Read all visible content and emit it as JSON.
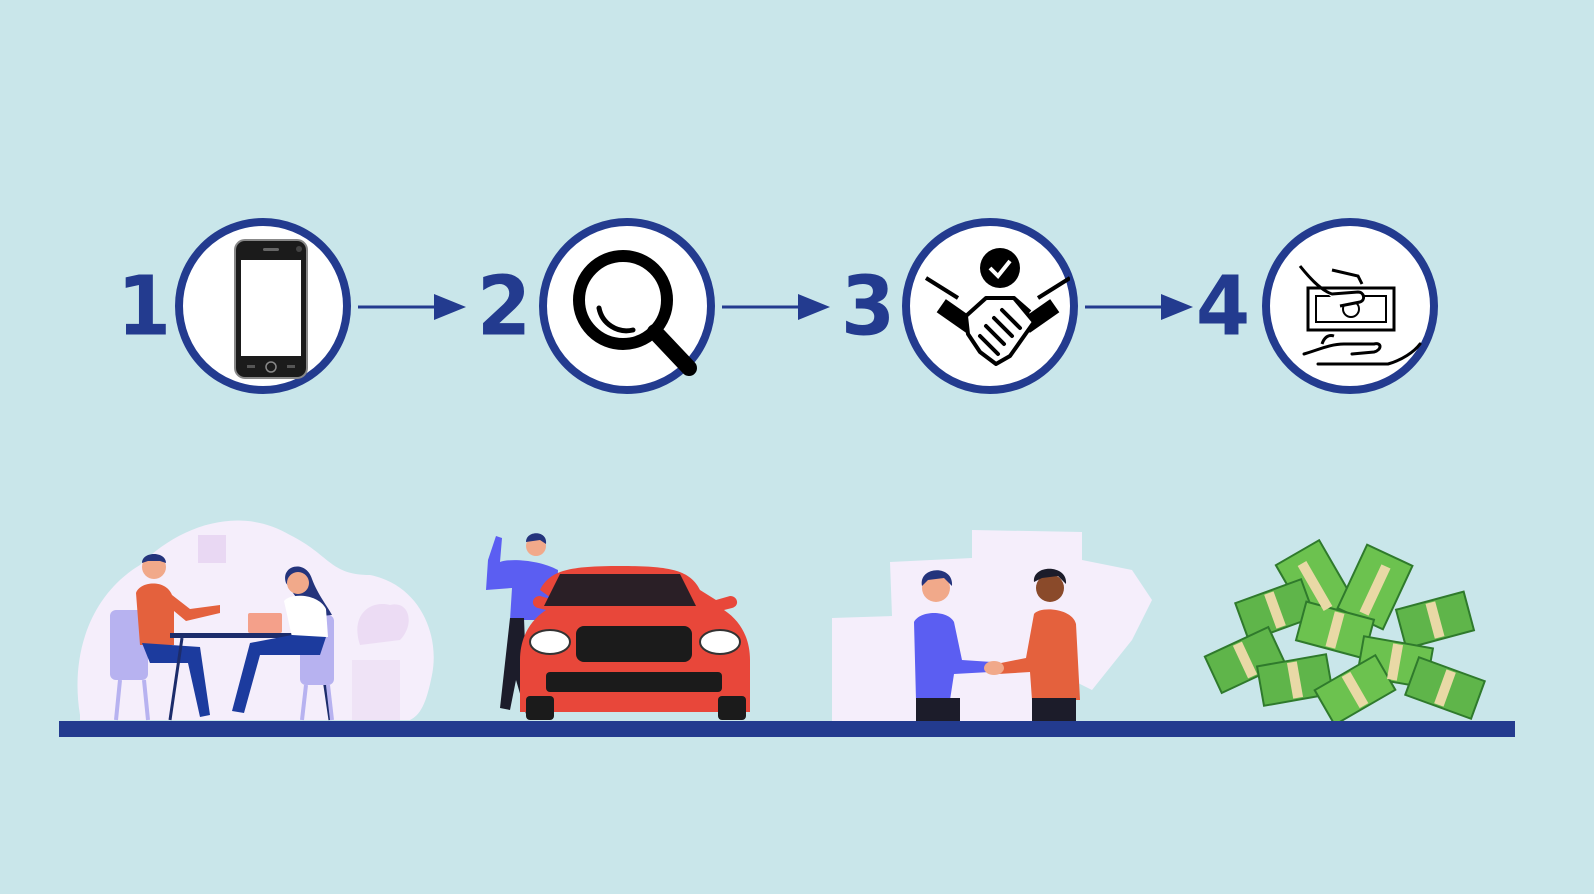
{
  "steps": [
    {
      "number": "1",
      "icon": "smartphone-icon"
    },
    {
      "number": "2",
      "icon": "magnifying-glass-icon"
    },
    {
      "number": "3",
      "icon": "handshake-check-icon"
    },
    {
      "number": "4",
      "icon": "hand-cash-icon"
    }
  ],
  "colors": {
    "background": "#c9e6ea",
    "accent": "#233b8f",
    "car_red": "#e8473a",
    "money_green": "#5fb54a"
  }
}
